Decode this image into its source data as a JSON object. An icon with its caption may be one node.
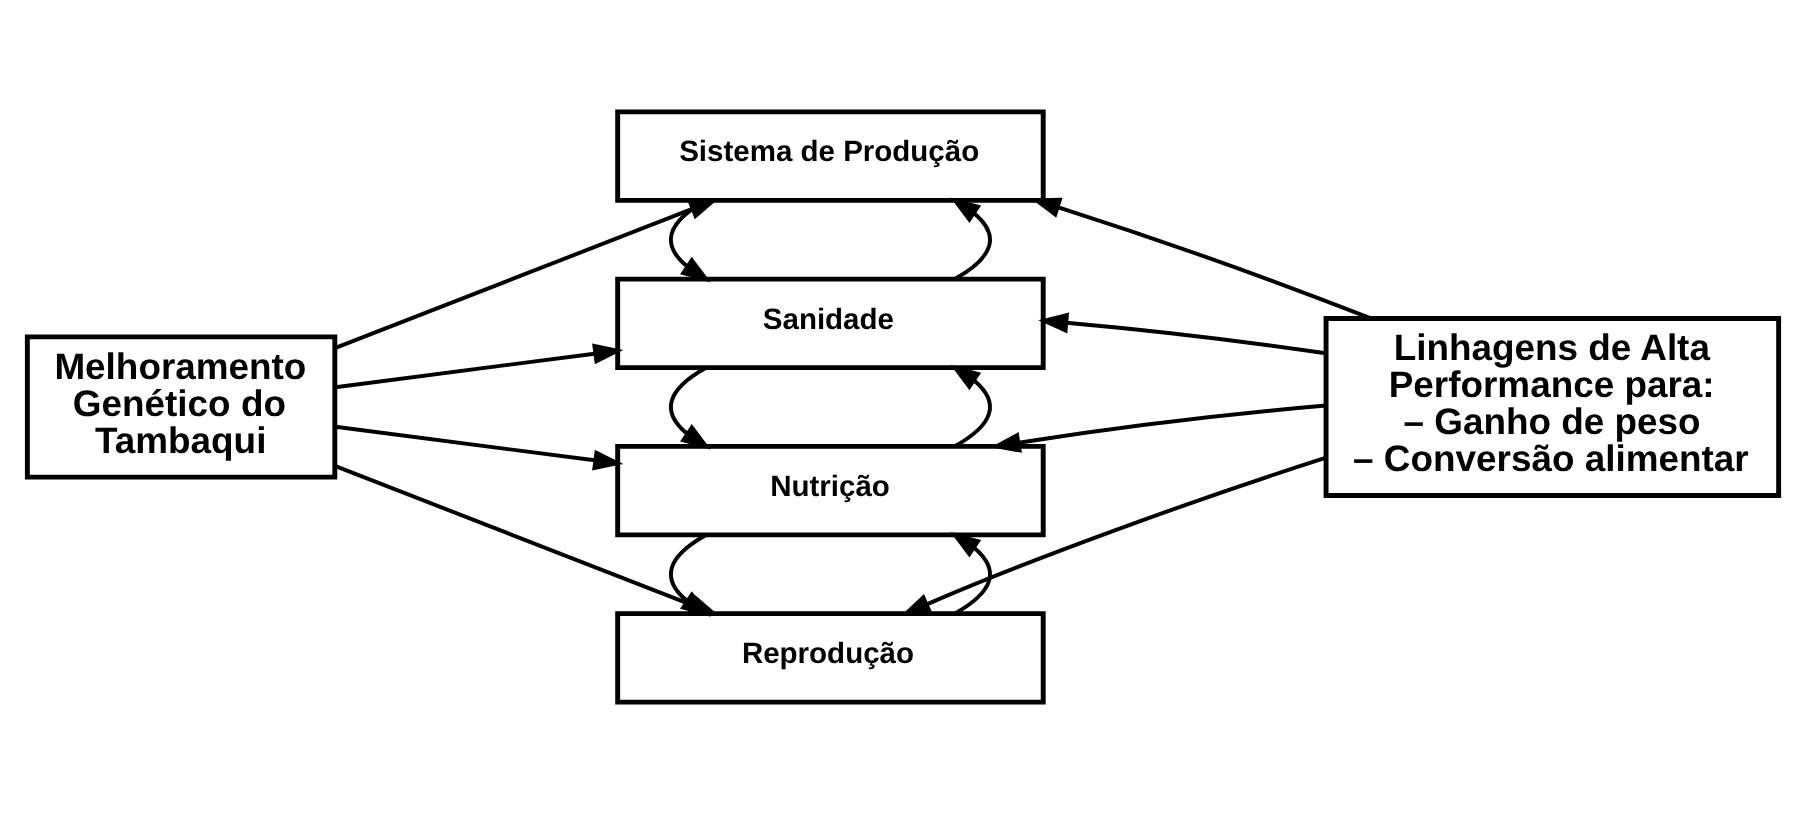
{
  "diagram": {
    "nodes": [
      {
        "text": [
          "Melhoramento Genético do Tambaqui"
        ]
      },
      {
        "text": [
          "Reprodução"
        ]
      },
      {
        "text": [
          "Nutrição"
        ]
      },
      {
        "text": [
          "Sanidade"
        ]
      },
      {
        "text": [
          "Sistema de Produção"
        ]
      },
      {
        "text": [
          "Linhagens de Alta Performance para:",
          "– Ganho de peso",
          "– Conversão alimentar"
        ]
      }
    ],
    "edges": [
      {
        "from": 0,
        "to": 1,
        "arrow": "to"
      },
      {
        "from": 0,
        "to": 2,
        "arrow": "to"
      },
      {
        "from": 0,
        "to": 3,
        "arrow": "to"
      },
      {
        "from": 0,
        "to": 4,
        "arrow": "to"
      },
      {
        "from": 1,
        "to": 2,
        "arrow": "to"
      },
      {
        "from": 2,
        "to": 1,
        "arrow": "to"
      },
      {
        "from": 2,
        "to": 3,
        "arrow": "to"
      },
      {
        "from": 3,
        "to": 2,
        "arrow": "to"
      },
      {
        "from": 3,
        "to": 4,
        "arrow": "to"
      },
      {
        "from": 4,
        "to": 3,
        "arrow": "to"
      },
      {
        "from": 5,
        "to": 1,
        "arrow": "to"
      },
      {
        "from": 5,
        "to": 2,
        "arrow": "to"
      },
      {
        "from": 5,
        "to": 3,
        "arrow": "to"
      },
      {
        "from": 5,
        "to": 4,
        "arrow": "to"
      }
    ]
  }
}
